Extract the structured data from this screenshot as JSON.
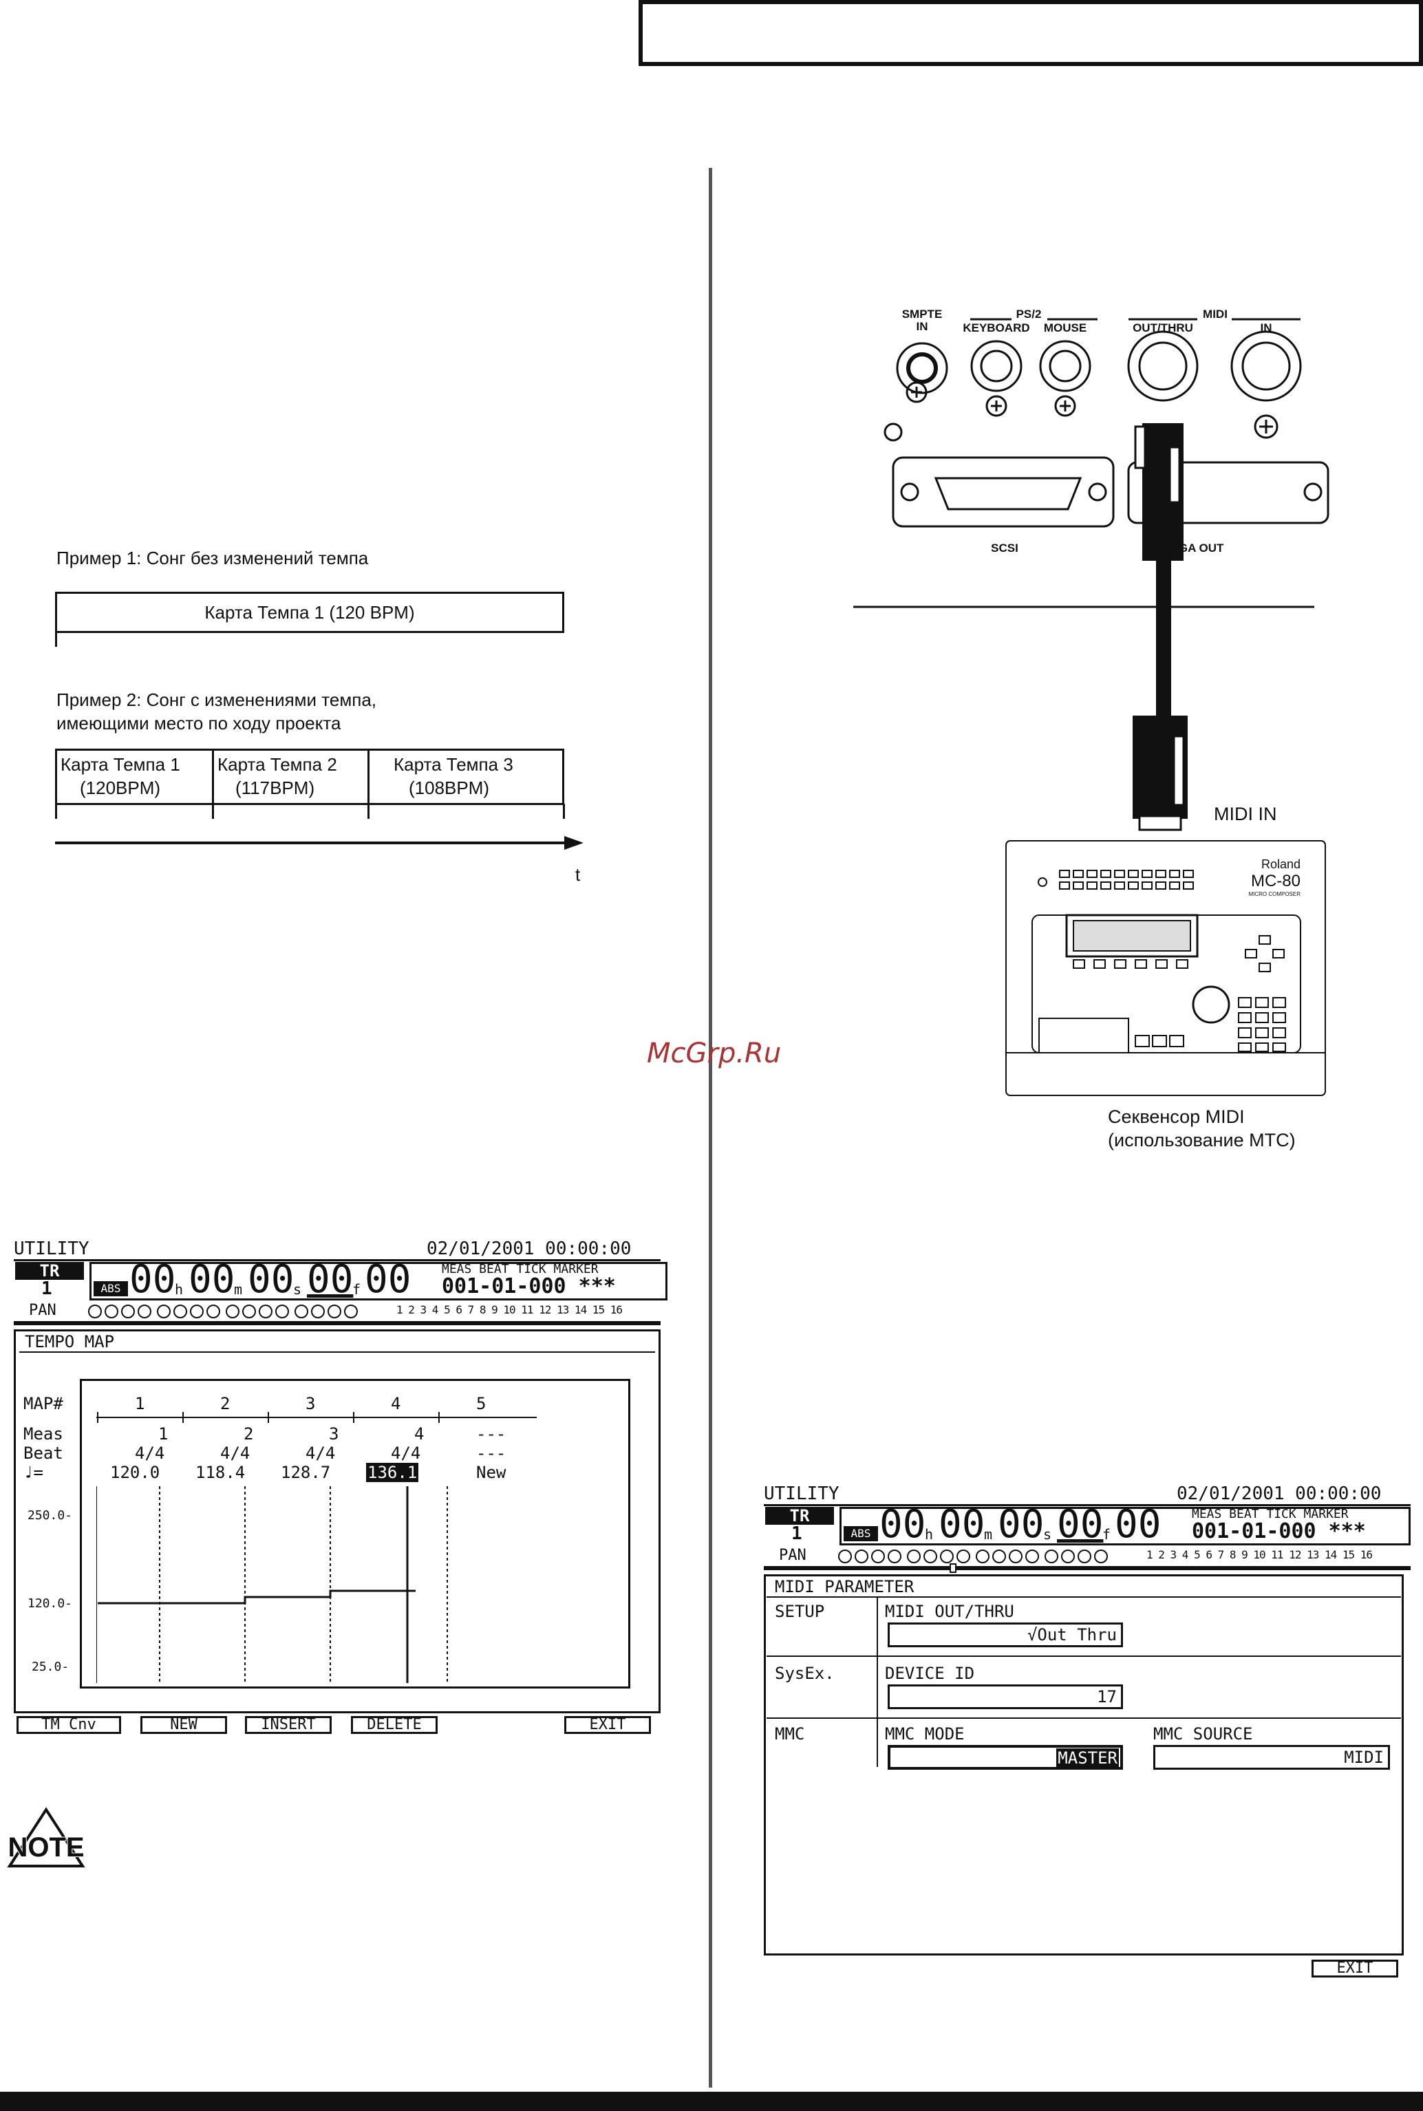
{
  "watermark": "McGrp.Ru",
  "left_column": {
    "example1": {
      "caption": "Пример 1: Сонг без изменений темпа",
      "map_label": "Карта Темпа 1 (120  BPM)"
    },
    "example2": {
      "caption_line1": "Пример 2: Сонг с изменениями темпа,",
      "caption_line2": "имеющими место по ходу проекта",
      "maps": [
        {
          "line1": "Карта Темпа 1",
          "line2": "(120BPM)"
        },
        {
          "line1": "Карта Темпа 2",
          "line2": "(117BPM)"
        },
        {
          "line1": "Карта Темпа 3",
          "line2": "(108BPM)"
        }
      ],
      "axis_label": "t"
    },
    "note_label": "NOTE"
  },
  "connection_diagram": {
    "jacks": {
      "smpte_line1": "SMPTE",
      "smpte_line2": "IN",
      "ps2_group": "PS/2",
      "keyboard": "KEYBOARD",
      "mouse": "MOUSE",
      "midi_group": "MIDI",
      "out_thru": "OUT/THRU",
      "in": "IN",
      "scsi": "SCSI",
      "vga_out": "VGA OUT"
    },
    "cable_end_label": "MIDI IN",
    "device_brand": "Roland",
    "device_model": "MC-80",
    "device_sub": "MICRO COMPOSER",
    "caption_line1": "Секвенсор MIDI",
    "caption_line2": "(использование MTC)"
  },
  "tempo_screen": {
    "title": "UTILITY",
    "datetime": "02/01/2001 00:00:00",
    "tr_label": "TR",
    "tr_value": "1",
    "abs_badge": "ABS",
    "time_h": "00",
    "time_m": "00",
    "time_s": "00",
    "time_f": "00",
    "time_sub": "00",
    "unit_h": "h",
    "unit_m": "m",
    "unit_s": "s",
    "unit_f": "f",
    "meas_header": "MEAS BEAT TICK MARKER",
    "meas_value": "001-01-000 ***",
    "pan_label": "PAN",
    "pan_channels": "1 2 3 4 5 6 7 8 9 10 11 12 13 14 15 16",
    "panel_title": "TEMPO MAP",
    "row_labels": {
      "map": "MAP#",
      "meas": "Meas",
      "beat": "Beat",
      "tempo": "♩="
    },
    "columns": [
      {
        "map": "1",
        "meas": "1",
        "beat": "4/4",
        "tempo": "120.0"
      },
      {
        "map": "2",
        "meas": "2",
        "beat": "4/4",
        "tempo": "118.4"
      },
      {
        "map": "3",
        "meas": "3",
        "beat": "4/4",
        "tempo": "128.7"
      },
      {
        "map": "4",
        "meas": "4",
        "beat": "4/4",
        "tempo": "136.1"
      },
      {
        "map": "5",
        "meas": "---",
        "beat": "---",
        "tempo": "New"
      }
    ],
    "y_ticks": [
      "250.0-",
      "120.0-",
      "25.0-"
    ],
    "fkeys": [
      "TM Cnv",
      "NEW",
      "INSERT",
      "DELETE",
      "EXIT"
    ]
  },
  "midi_screen": {
    "title": "UTILITY",
    "datetime": "02/01/2001 00:00:00",
    "tr_label": "TR",
    "tr_value": "1",
    "abs_badge": "ABS",
    "time_h": "00",
    "time_m": "00",
    "time_s": "00",
    "time_f": "00",
    "time_sub": "00",
    "unit_h": "h",
    "unit_m": "m",
    "unit_s": "s",
    "unit_f": "f",
    "meas_header": "MEAS BEAT TICK MARKER",
    "meas_value": "001-01-000 ***",
    "pan_label": "PAN",
    "pan_channels": "1 2 3 4 5 6 7 8 9 10 11 12 13 14 15 16",
    "panel_title": "MIDI PARAMETER",
    "setup_label": "SETUP",
    "midi_out_thru_label": "MIDI OUT/THRU",
    "midi_out_thru_value": "√Out   Thru",
    "sysex_label": "SysEx.",
    "device_id_label": "DEVICE ID",
    "device_id_value": "17",
    "mmc_label": "MMC",
    "mmc_mode_label": "MMC MODE",
    "mmc_mode_value": "MASTER",
    "mmc_source_label": "MMC SOURCE",
    "mmc_source_value": "MIDI",
    "exit_key": "EXIT"
  }
}
